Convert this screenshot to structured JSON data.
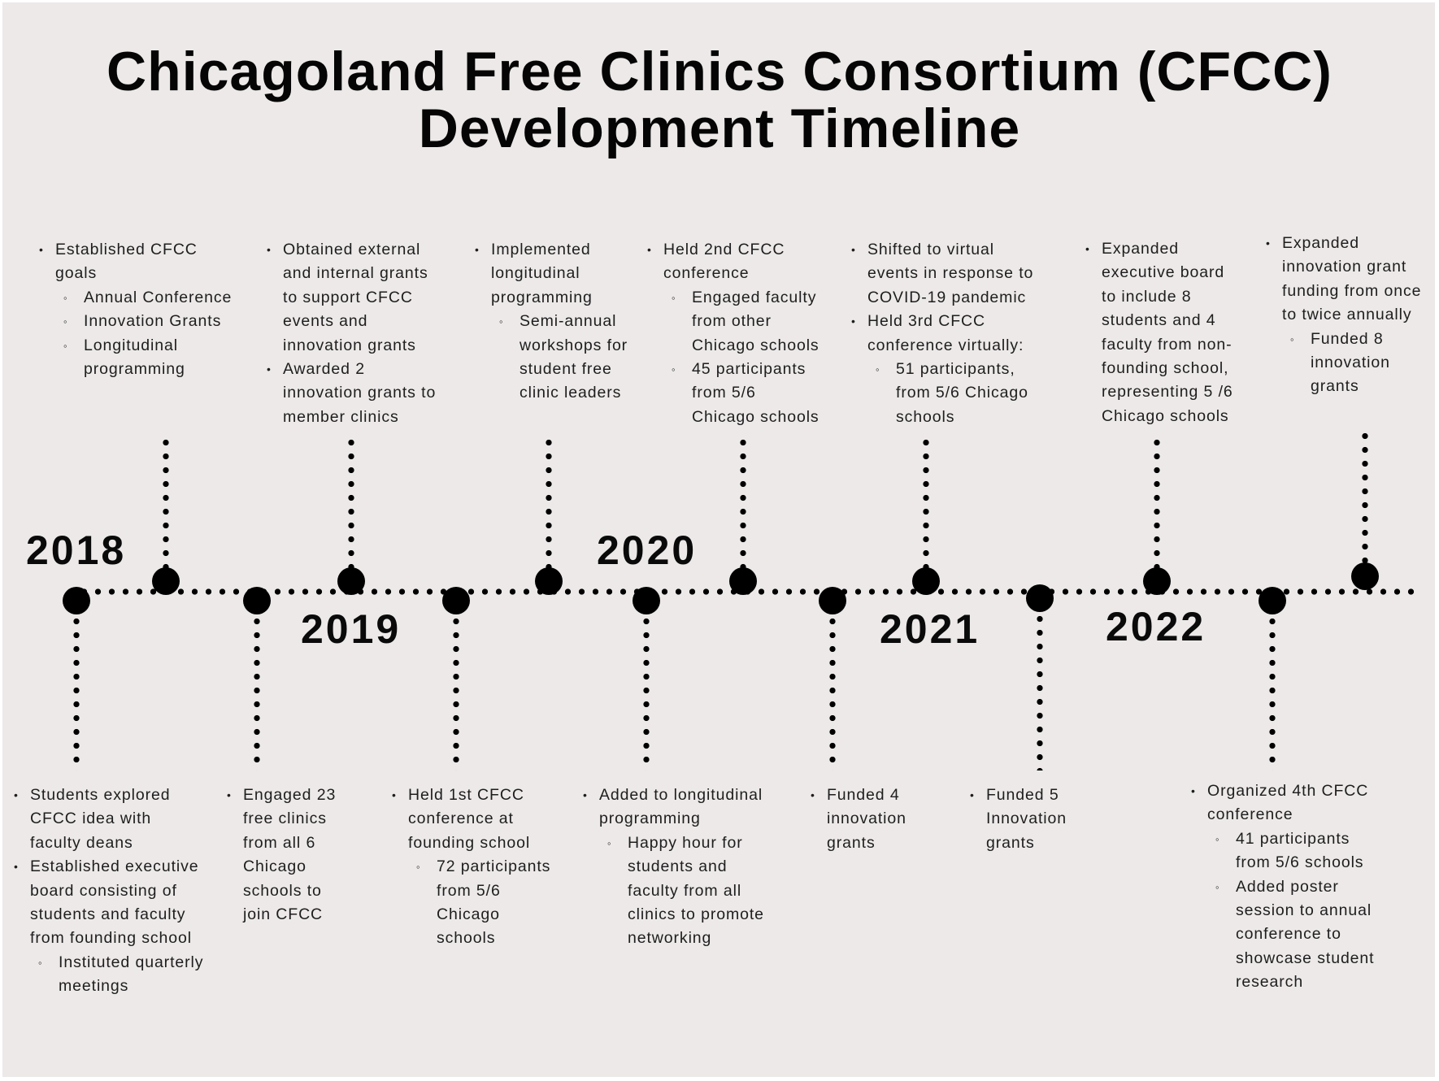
{
  "title": {
    "line1": "Chicagoland Free Clinics Consortium (CFCC)",
    "line2": "Development Timeline"
  },
  "years": [
    "2018",
    "2019",
    "2020",
    "2021",
    "2022"
  ],
  "bullet_icons": {
    "level0": "•",
    "level1": "◦"
  },
  "top_events": [
    {
      "items": [
        {
          "level": 0,
          "lines": [
            "Established CFCC",
            "goals"
          ]
        },
        {
          "level": 1,
          "lines": [
            "Annual Conference"
          ]
        },
        {
          "level": 1,
          "lines": [
            "Innovation Grants"
          ]
        },
        {
          "level": 1,
          "lines": [
            "Longitudinal",
            "programming"
          ]
        }
      ]
    },
    {
      "items": [
        {
          "level": 0,
          "lines": [
            "Obtained external",
            "and internal grants",
            "to support CFCC",
            "events and",
            "innovation grants"
          ]
        },
        {
          "level": 0,
          "lines": [
            "Awarded 2",
            "innovation grants to",
            "member clinics"
          ]
        }
      ]
    },
    {
      "items": [
        {
          "level": 0,
          "lines": [
            "Implemented",
            "longitudinal",
            "programming"
          ]
        },
        {
          "level": 1,
          "lines": [
            "Semi-annual",
            "workshops for",
            "student free",
            "clinic leaders"
          ]
        }
      ]
    },
    {
      "items": [
        {
          "level": 0,
          "lines": [
            "Held 2nd CFCC",
            "conference"
          ]
        },
        {
          "level": 1,
          "lines": [
            "Engaged faculty",
            "from other",
            "Chicago schools"
          ]
        },
        {
          "level": 1,
          "lines": [
            "45 participants",
            "from 5/6",
            "Chicago schools"
          ]
        }
      ]
    },
    {
      "items": [
        {
          "level": 0,
          "lines": [
            "Shifted to virtual",
            "events in response to",
            "COVID-19 pandemic"
          ]
        },
        {
          "level": 0,
          "lines": [
            "Held 3rd CFCC",
            "conference virtually:"
          ]
        },
        {
          "level": 1,
          "lines": [
            "51 participants,",
            "from 5/6 Chicago",
            "schools"
          ]
        }
      ]
    },
    {
      "items": [
        {
          "level": 0,
          "lines": [
            "Expanded",
            "executive board",
            "to include 8",
            "students and 4",
            "faculty from non-",
            "founding school,",
            "representing 5 /6",
            "Chicago schools"
          ]
        }
      ]
    },
    {
      "items": [
        {
          "level": 0,
          "lines": [
            "Expanded",
            "innovation grant",
            "funding from once",
            "to twice annually"
          ]
        },
        {
          "level": 1,
          "lines": [
            "Funded 8",
            "innovation",
            "grants"
          ]
        }
      ]
    }
  ],
  "bottom_events": [
    {
      "items": [
        {
          "level": 0,
          "lines": [
            "Students explored",
            "CFCC idea with",
            "faculty  deans"
          ]
        },
        {
          "level": 0,
          "lines": [
            "Established executive",
            "board consisting of",
            "students and faculty",
            "from founding school"
          ]
        },
        {
          "level": 1,
          "lines": [
            "Instituted quarterly",
            "meetings"
          ]
        }
      ]
    },
    {
      "items": [
        {
          "level": 0,
          "lines": [
            "Engaged 23",
            "free clinics",
            "from all 6",
            "Chicago",
            "schools to",
            "join CFCC"
          ]
        }
      ]
    },
    {
      "items": [
        {
          "level": 0,
          "lines": [
            "Held 1st CFCC",
            "conference at",
            "founding school"
          ]
        },
        {
          "level": 1,
          "lines": [
            "72 participants",
            "from 5/6",
            "Chicago",
            "schools"
          ]
        }
      ]
    },
    {
      "items": [
        {
          "level": 0,
          "lines": [
            "Added to longitudinal",
            "programming"
          ]
        },
        {
          "level": 1,
          "lines": [
            "Happy hour for",
            "students and",
            "faculty from all",
            "clinics to promote",
            "networking"
          ]
        }
      ]
    },
    {
      "items": [
        {
          "level": 0,
          "lines": [
            "Funded 4",
            "innovation",
            "grants"
          ]
        }
      ]
    },
    {
      "items": [
        {
          "level": 0,
          "lines": [
            "Funded 5",
            "Innovation",
            "grants"
          ]
        }
      ]
    },
    {
      "items": [
        {
          "level": 0,
          "lines": [
            "Organized 4th CFCC",
            "conference"
          ]
        },
        {
          "level": 1,
          "lines": [
            "41 participants",
            "from 5/6 schools"
          ]
        },
        {
          "level": 1,
          "lines": [
            "Added poster",
            "session to annual",
            "conference to",
            "showcase student",
            "research"
          ]
        }
      ]
    }
  ]
}
